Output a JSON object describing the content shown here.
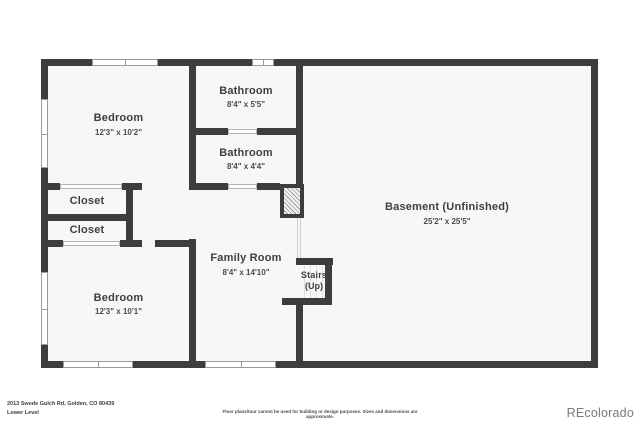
{
  "floorplan": {
    "rooms": {
      "bedroom_upper": {
        "name": "Bedroom",
        "dims": "12'3\" x 10'2\""
      },
      "bathroom_upper": {
        "name": "Bathroom",
        "dims": "8'4\" x 5'5\""
      },
      "bathroom_lower": {
        "name": "Bathroom",
        "dims": "8'4\" x 4'4\""
      },
      "closet_upper": {
        "name": "Closet"
      },
      "closet_lower": {
        "name": "Closet"
      },
      "bedroom_lower": {
        "name": "Bedroom",
        "dims": "12'3\" x 10'1\""
      },
      "family_room": {
        "name": "Family Room",
        "dims": "8'4\" x 14'10\""
      },
      "basement": {
        "name": "Basement (Unfinished)",
        "dims": "25'2\" x 25'5\""
      },
      "stairs": {
        "name": "Stairs",
        "dims": "(Up)"
      }
    },
    "colors": {
      "wall": "#3d3d3d",
      "room_fill": "#f7f7f7",
      "label_text": "#3f3f3f"
    }
  },
  "footer": {
    "address": "2013 Swede Gulch Rd, Golden, CO 80439",
    "level": "Lower Level",
    "disclaimer": "Floor plans/tour cannot be used for building or design purposes. Sizes and dimensions are approximate.",
    "brand": "REcolorado"
  }
}
